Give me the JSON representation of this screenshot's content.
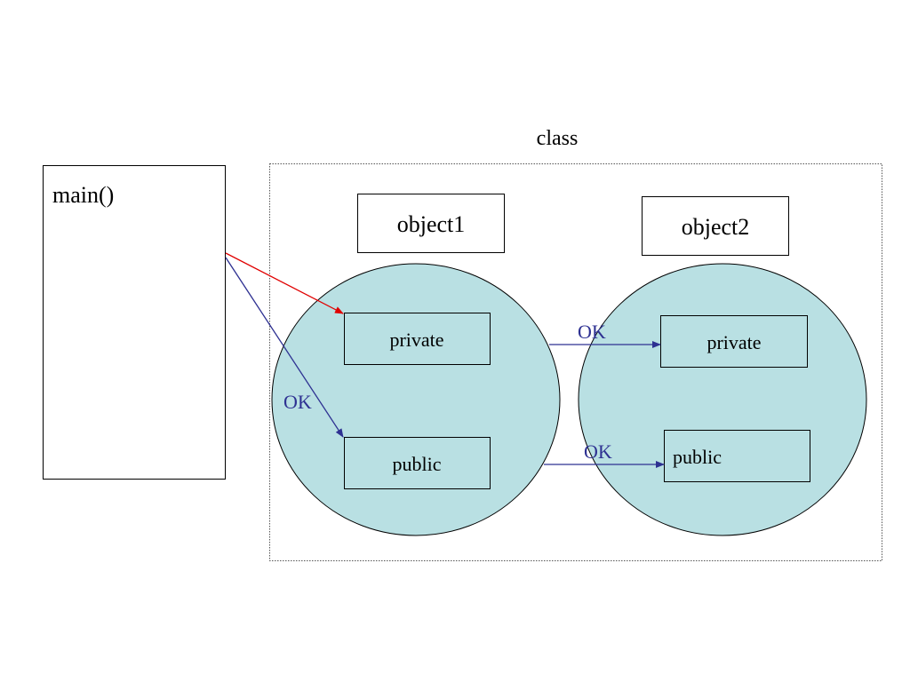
{
  "colors": {
    "background": "#ffffff",
    "object_fill": "#b9e0e3",
    "ok_arrow": "#2e3192",
    "forbidden_arrow": "#e00000",
    "outline": "#000000"
  },
  "diagram": {
    "class_label": "class",
    "main_label": "main()",
    "object1": {
      "label": "object1",
      "private_label": "private",
      "public_label": "public"
    },
    "object2": {
      "label": "object2",
      "private_label": "private",
      "public_label": "public"
    },
    "ok_labels": {
      "main_to_public": "OK",
      "object1_to_object2_private": "OK",
      "object1_to_object2_public": "OK"
    }
  }
}
